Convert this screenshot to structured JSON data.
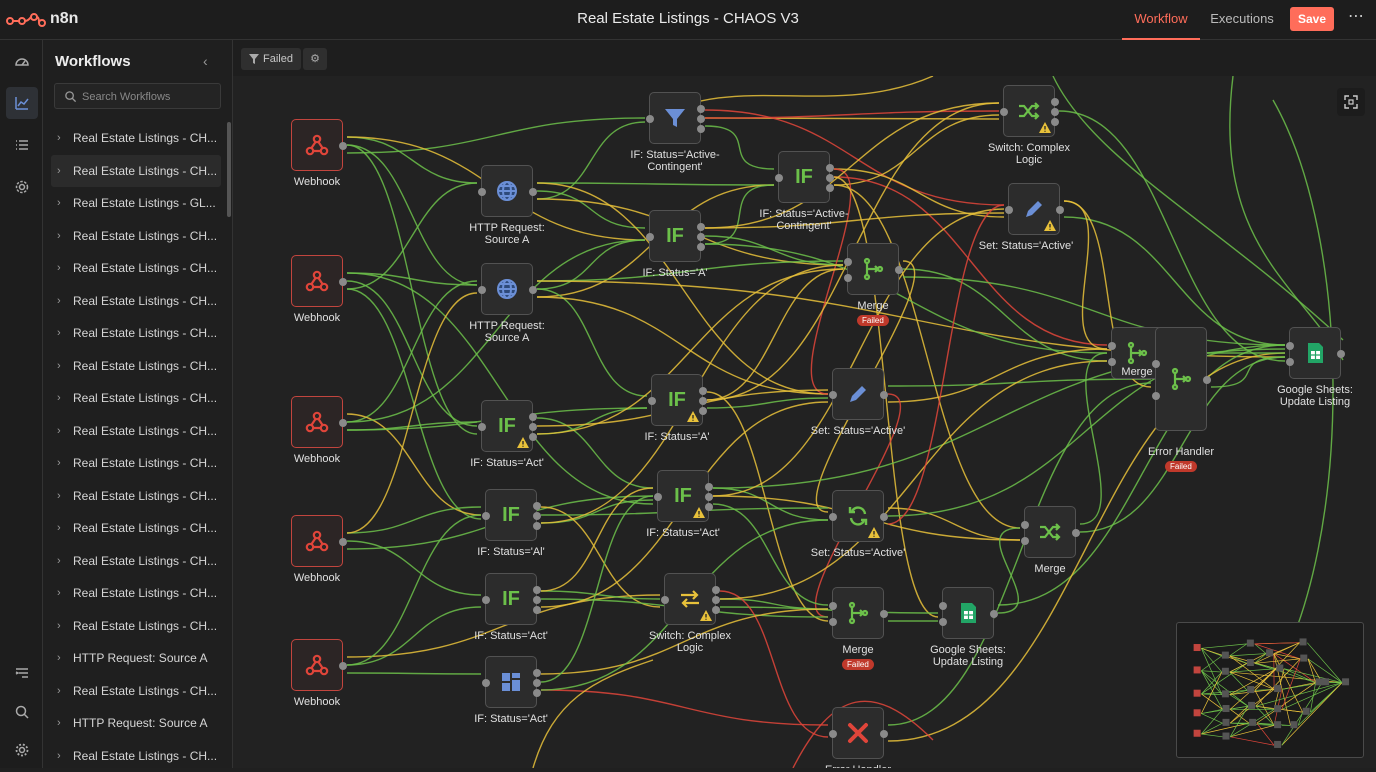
{
  "app": {
    "name": "n8n",
    "logo_icon": "n8n-logo-icon"
  },
  "header": {
    "title": "Real Estate Listings - CHAOS V3",
    "tabs": [
      "Workflow",
      "Executions"
    ],
    "active_tab": "Workflow",
    "save_label": "Save",
    "more_label": "⋯",
    "accent_color": "#ff6d5a"
  },
  "rail": {
    "icons": [
      "dashboard-icon",
      "analytics-icon",
      "list-icon",
      "settings-icon",
      "templates-icon",
      "search-icon",
      "gear-icon"
    ],
    "active": "analytics-icon"
  },
  "sidebar": {
    "title": "Workflows",
    "collapse_label": "‹",
    "search_placeholder": "Search Workflows",
    "items": [
      "Real Estate Listings - CH...",
      "Real Estate Listings - CH...",
      "Real Estate Listings - GL...",
      "Real Estate Listings - CH...",
      "Real Estate Listings - CH...",
      "Real Estate Listings - CH...",
      "Real Estate Listings - CH...",
      "Real Estate Listings - CH...",
      "Real Estate Listings - CH...",
      "Real Estate Listings - CH...",
      "Real Estate Listings - CH...",
      "Real Estate Listings - CH...",
      "Real Estate Listings - CH...",
      "Real Estate Listings - CH...",
      "Real Estate Listings - CH...",
      "Real Estate Listings - CH...",
      "HTTP Request: Source A",
      "Real Estate Listings - CH...",
      "HTTP Request: Source A",
      "Real Estate Listings - CH..."
    ],
    "selected_index": 1
  },
  "canvas": {
    "filter_label": "Failed",
    "filter_settings_icon": "gear-icon",
    "fit_icon": "fit-view-icon",
    "colors": {
      "ok_wire": "#6cc04a",
      "pending_wire": "#e8c13a",
      "error_wire": "#e0453a",
      "failed_badge": "#c0392b"
    },
    "nodes": [
      {
        "id": "wh1",
        "type": "webhook",
        "icon": "webhook-icon",
        "label": "Webhook"
      },
      {
        "id": "wh2",
        "type": "webhook",
        "icon": "webhook-icon",
        "label": "Webhook"
      },
      {
        "id": "wh3",
        "type": "webhook",
        "icon": "webhook-icon",
        "label": "Webhook"
      },
      {
        "id": "wh4",
        "type": "webhook",
        "icon": "webhook-icon",
        "label": "Webhook"
      },
      {
        "id": "wh5",
        "type": "webhook",
        "icon": "webhook-icon",
        "label": "Webhook"
      },
      {
        "id": "http1",
        "type": "http",
        "icon": "globe-icon",
        "label": "HTTP Request: Source A"
      },
      {
        "id": "http2",
        "type": "http",
        "icon": "globe-icon",
        "label": "HTTP Request: Source A"
      },
      {
        "id": "filter1",
        "type": "filter",
        "icon": "filter-icon",
        "label": "IF: Status='Active-Contingent'"
      },
      {
        "id": "if1",
        "type": "if",
        "icon": "if-icon",
        "label": "IF: Status='Active-Contingent'"
      },
      {
        "id": "if2",
        "type": "if",
        "icon": "if-icon",
        "label": "IF: Status='A'"
      },
      {
        "id": "if3",
        "type": "if",
        "icon": "if-icon",
        "label": "IF: Status='A'",
        "warning": true
      },
      {
        "id": "if4",
        "type": "if",
        "icon": "if-icon",
        "label": "IF: Status='Act'",
        "warning": true
      },
      {
        "id": "if5",
        "type": "if",
        "icon": "if-icon",
        "label": "IF: Status='Act'",
        "warning": true
      },
      {
        "id": "if6",
        "type": "if",
        "icon": "if-icon",
        "label": "IF: Status='Al'"
      },
      {
        "id": "if7",
        "type": "if",
        "icon": "if-icon",
        "label": "IF: Status='Act'"
      },
      {
        "id": "if8",
        "type": "if",
        "icon": "grid-icon",
        "label": "IF: Status='Act'"
      },
      {
        "id": "switch1",
        "type": "switch",
        "icon": "shuffle-icon",
        "label": "Switch: Complex Logic",
        "warning": true
      },
      {
        "id": "switch2",
        "type": "switch",
        "icon": "swap-icon",
        "label": "Switch: Complex Logic",
        "warning": true
      },
      {
        "id": "set1",
        "type": "set",
        "icon": "pencil-icon",
        "label": "Set: Status='Active'",
        "warning": true
      },
      {
        "id": "set2",
        "type": "set",
        "icon": "pencil-icon",
        "label": "Set: Status='Active'"
      },
      {
        "id": "set3",
        "type": "set",
        "icon": "refresh-icon",
        "label": "Set: Status='Active'",
        "warning": true
      },
      {
        "id": "merge1",
        "type": "merge",
        "icon": "merge-icon",
        "label": "Merge",
        "badge": "Failed"
      },
      {
        "id": "merge2",
        "type": "merge",
        "icon": "merge-icon",
        "label": "Merge"
      },
      {
        "id": "merge3",
        "type": "merge",
        "icon": "shuffle-icon",
        "label": "Merge"
      },
      {
        "id": "merge4",
        "type": "merge",
        "icon": "merge-icon",
        "label": "Merge",
        "badge": "Failed"
      },
      {
        "id": "errh",
        "type": "merge",
        "icon": "merge-icon",
        "label": "Error Handler",
        "badge": "Failed"
      },
      {
        "id": "gs1",
        "type": "sheets",
        "icon": "google-sheets-icon",
        "label": "Google Sheets: Update Listing"
      },
      {
        "id": "gs2",
        "type": "sheets",
        "icon": "google-sheets-icon",
        "label": "Google Sheets: Update Listing"
      },
      {
        "id": "errh2",
        "type": "error",
        "icon": "x-icon",
        "label": "Error Handler"
      }
    ]
  }
}
